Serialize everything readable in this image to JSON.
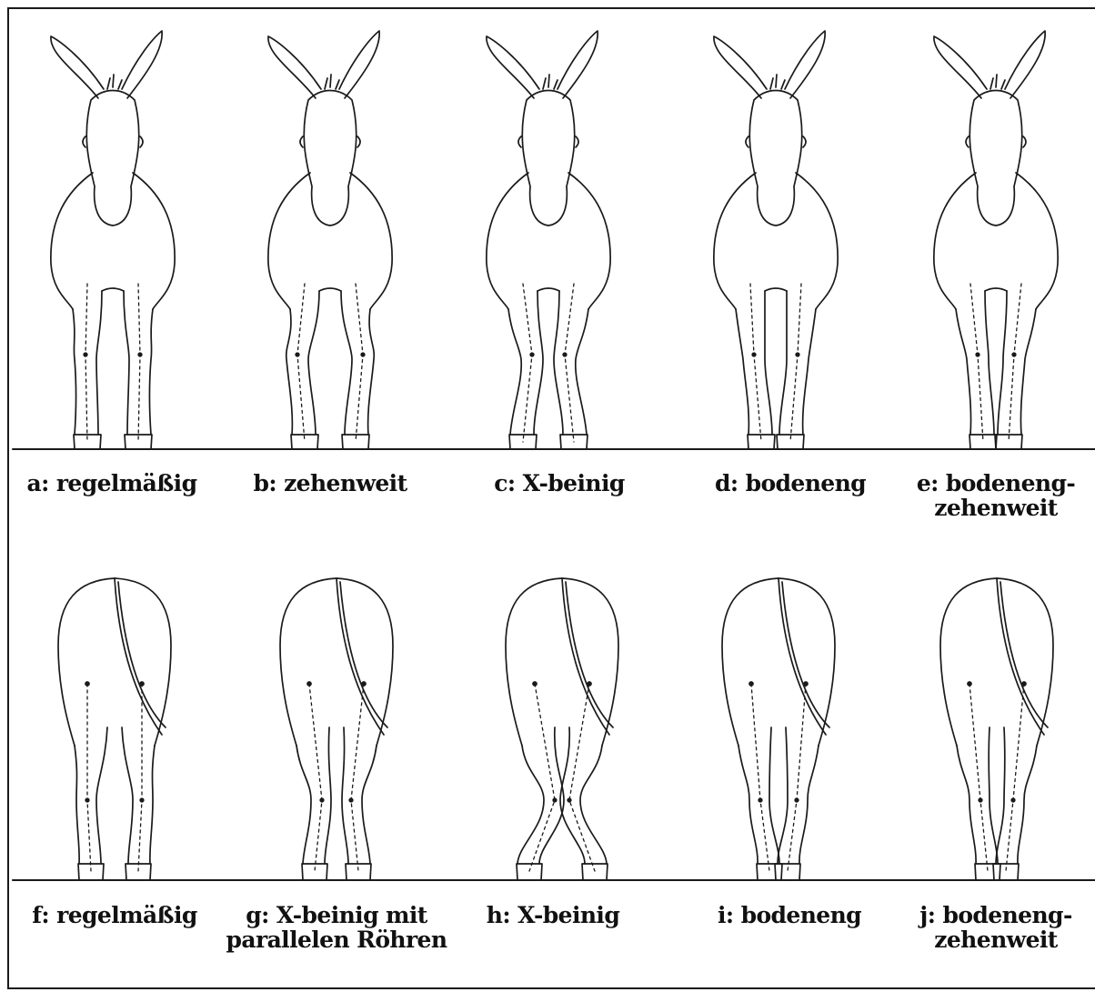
{
  "captions": {
    "front": [
      {
        "lines": [
          "a: regelmäßig"
        ]
      },
      {
        "lines": [
          "b: zehenweit"
        ]
      },
      {
        "lines": [
          "c: X-beinig"
        ]
      },
      {
        "lines": [
          "d: bodeneng"
        ]
      },
      {
        "lines": [
          "e: bodeneng-",
          "zehenweit"
        ]
      }
    ],
    "rear": [
      {
        "lines": [
          "f: regelmäßig"
        ]
      },
      {
        "lines": [
          "g: X-beinig mit",
          "parallelen Röhren"
        ]
      },
      {
        "lines": [
          "h: X-beinig"
        ]
      },
      {
        "lines": [
          "i: bodeneng"
        ]
      },
      {
        "lines": [
          "j: bodeneng-",
          "zehenweit"
        ]
      }
    ]
  },
  "figures": {
    "front": [
      {
        "id": "a",
        "hoof_dx": 0,
        "knee_dx": 0
      },
      {
        "id": "b",
        "hoof_dx": 0,
        "knee_dx": -6
      },
      {
        "id": "c",
        "hoof_dx": 0,
        "knee_dx": 12
      },
      {
        "id": "d",
        "hoof_dx": 12,
        "knee_dx": 6
      },
      {
        "id": "e",
        "hoof_dx": 14,
        "knee_dx": 10
      }
    ],
    "rear": [
      {
        "id": "f",
        "hoof_dx": 0,
        "hock_dx": 0
      },
      {
        "id": "g",
        "hoof_dx": 2,
        "hock_dx": 14
      },
      {
        "id": "h",
        "hoof_dx": -10,
        "hock_dx": 22
      },
      {
        "id": "i",
        "hoof_dx": 16,
        "hock_dx": 10
      },
      {
        "id": "j",
        "hoof_dx": 16,
        "hock_dx": 12
      }
    ]
  },
  "colors": {
    "ink": "#1a1a1a",
    "background": "#ffffff"
  }
}
